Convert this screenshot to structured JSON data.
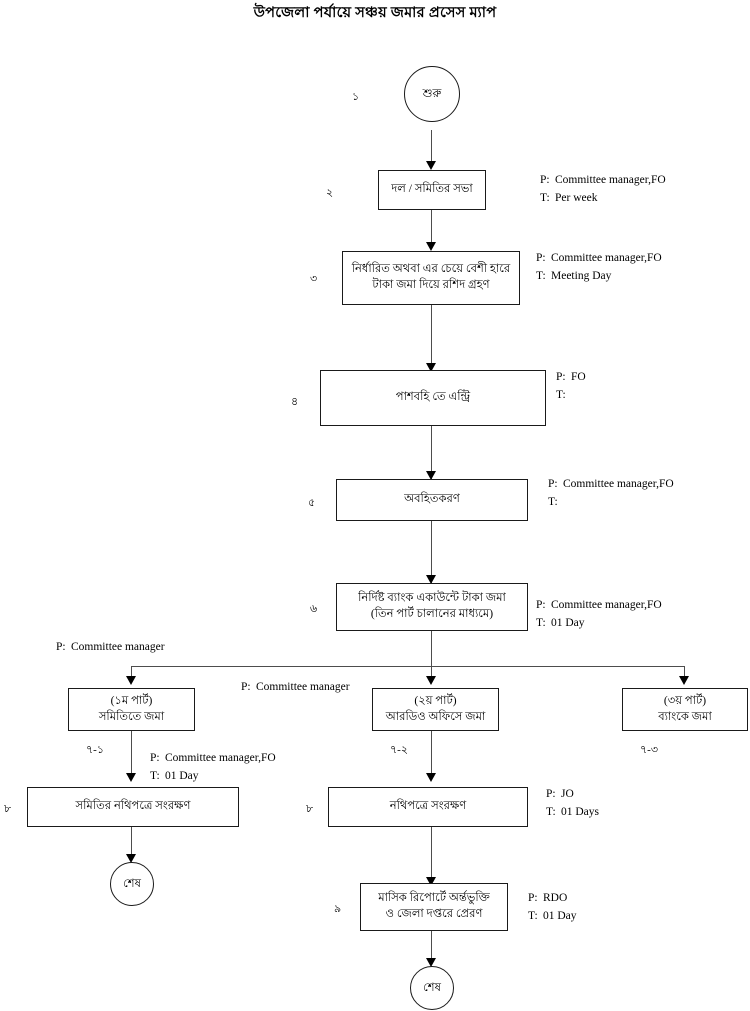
{
  "title": "উপজেলা পর্যায়ে সঞ্চয় জমার প্রসেস ম্যাপ",
  "labels": {
    "p_key": "P:",
    "t_key": "T:"
  },
  "nodes": {
    "start": {
      "text": "শুরু",
      "number": "১"
    },
    "step2": {
      "text": "দল / সমিতির সভা",
      "number": "২",
      "p": "Committee manager,FO",
      "t": "Per week"
    },
    "step3": {
      "line1": "নির্ধারিত অথবা এর চেয়ে বেশী হারে",
      "line2": "টাকা জমা দিয়ে রশিদ গ্রহণ",
      "number": "৩",
      "p": "Committee manager,FO",
      "t": "Meeting Day"
    },
    "step4": {
      "text": "পাশবহি তে এন্ট্রি",
      "number": "৪",
      "p": "FO",
      "t": ""
    },
    "step5": {
      "text": "অবহিতকরণ",
      "number": "৫",
      "p": "Committee manager,FO",
      "t": ""
    },
    "step6": {
      "line1": "নির্দিষ্ট ব্যাংক একাউন্টে টাকা জমা",
      "line2": "(তিন পার্ট চালানের মাধ্যমে)",
      "number": "৬",
      "p": "Committee manager,FO",
      "t": "01 Day"
    },
    "branch_left": {
      "line1": "(১ম পার্ট)",
      "line2": "সমিতিতে জমা",
      "number": "৭-১",
      "p": "Committee manager"
    },
    "branch_mid": {
      "line1": "(২য় পার্ট)",
      "line2": "আরডিও অফিসে জমা",
      "number": "৭-২",
      "p": "Committee manager"
    },
    "branch_right": {
      "line1": "(৩য় পার্ট)",
      "line2": "ব্যাংকে জমা",
      "number": "৭-৩"
    },
    "step8_left": {
      "text": "সমিতির নথিপত্রে সংরক্ষণ",
      "number": "৮",
      "p": "Committee manager,FO",
      "t": "01 Day"
    },
    "step8_mid": {
      "text": "নথিপত্রে সংরক্ষণ",
      "number": "৮",
      "p": "JO",
      "t": "01 Days"
    },
    "step9": {
      "line1": "মাসিক রিপোর্টে অর্ন্তভুক্তি",
      "line2": "ও জেলা দপ্তরে প্রেরণ",
      "number": "৯",
      "p": "RDO",
      "t": "01 Day"
    },
    "end_left": {
      "text": "শেষ"
    },
    "end_mid": {
      "text": "শেষ"
    }
  },
  "colors": {
    "line": "#4d4d4d",
    "border": "#1a1a1a",
    "text": "#000000",
    "background": "#ffffff"
  }
}
